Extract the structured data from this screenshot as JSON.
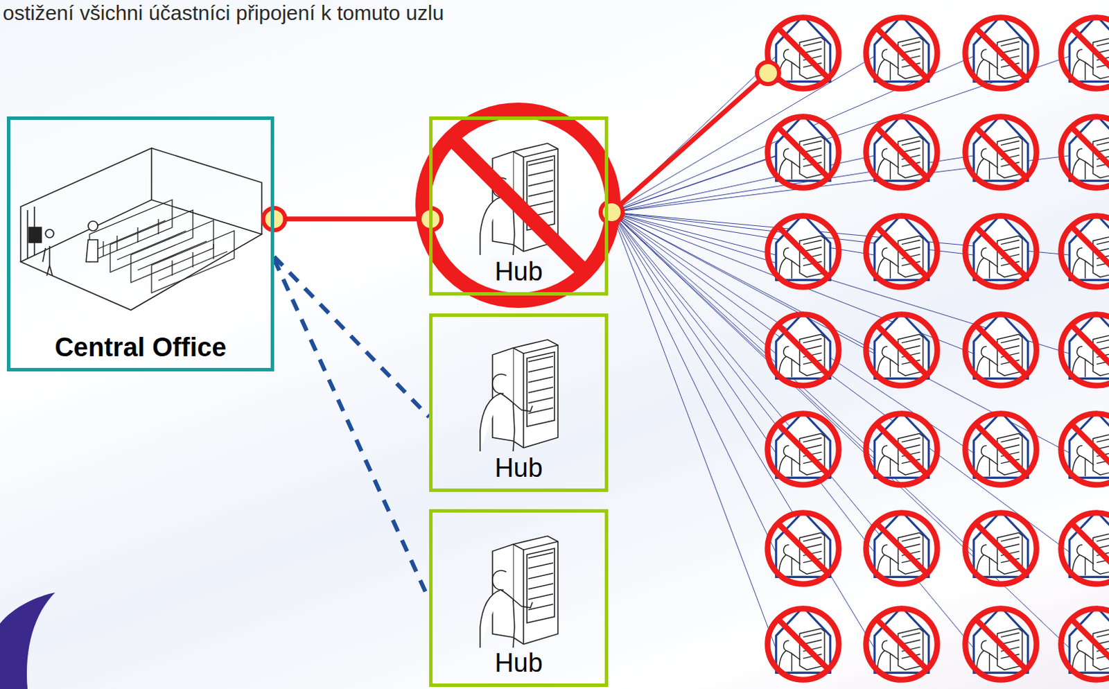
{
  "diagram": {
    "title": "ostižení všichni účastníci připojení k tomuto uzlu",
    "nodes": [
      {
        "text": [
          "Central Office"
        ]
      },
      {
        "text": [
          "Hub"
        ]
      },
      {
        "text": [
          "Hub"
        ]
      },
      {
        "text": [
          "Hub"
        ]
      }
    ],
    "edges": [
      {
        "from": 0,
        "to": 1,
        "arrow": "none"
      },
      {
        "from": 0,
        "to": 2,
        "arrow": "none"
      },
      {
        "from": 0,
        "to": 3,
        "arrow": "none"
      }
    ]
  }
}
